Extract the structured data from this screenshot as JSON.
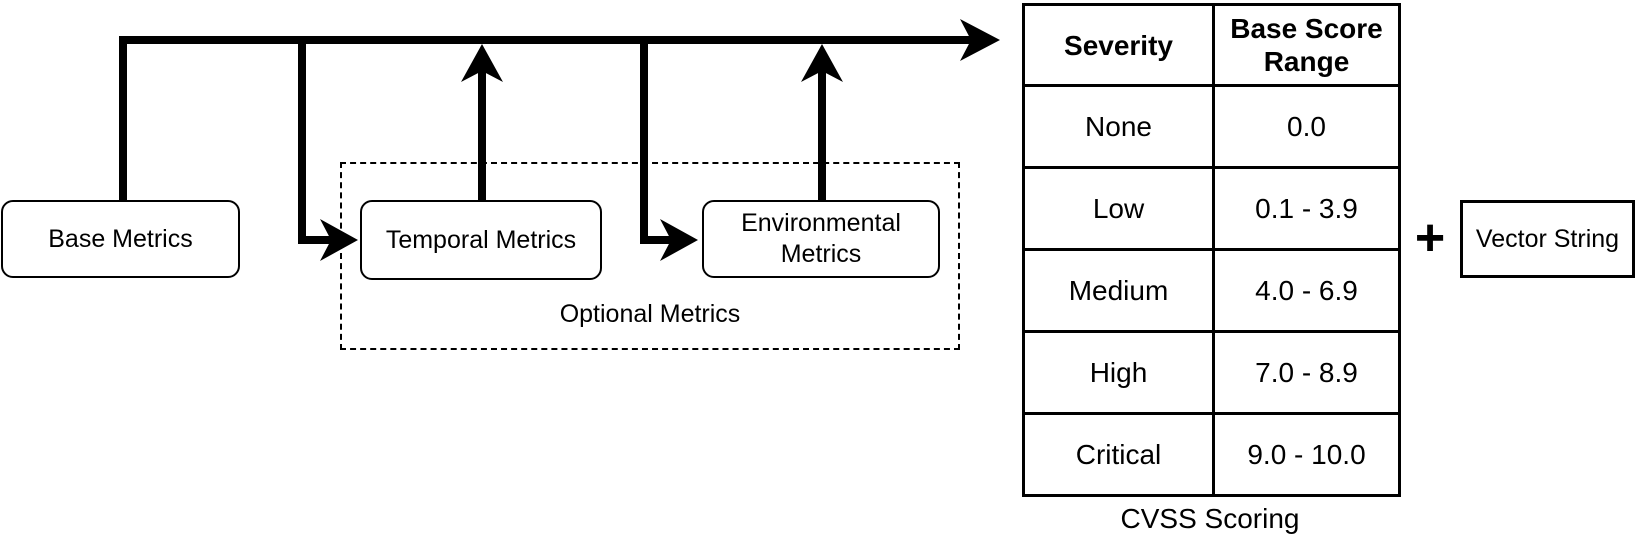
{
  "flow": {
    "base_metrics_label": "Base Metrics",
    "temporal_metrics_label": "Temporal Metrics",
    "environmental_metrics_label": "Environmental Metrics",
    "optional_group_label": "Optional Metrics",
    "plus_icon": "+",
    "vector_string_label": "Vector String"
  },
  "score_table": {
    "caption": "CVSS Scoring",
    "columns": [
      "Severity",
      "Base Score Range"
    ],
    "rows": [
      {
        "severity": "None",
        "range": "0.0"
      },
      {
        "severity": "Low",
        "range": "0.1 - 3.9"
      },
      {
        "severity": "Medium",
        "range": "4.0 - 6.9"
      },
      {
        "severity": "High",
        "range": "7.0 - 8.9"
      },
      {
        "severity": "Critical",
        "range": "9.0 - 10.0"
      }
    ]
  },
  "colors": {
    "stroke": "#000000",
    "background": "#ffffff",
    "text": "#000000"
  }
}
